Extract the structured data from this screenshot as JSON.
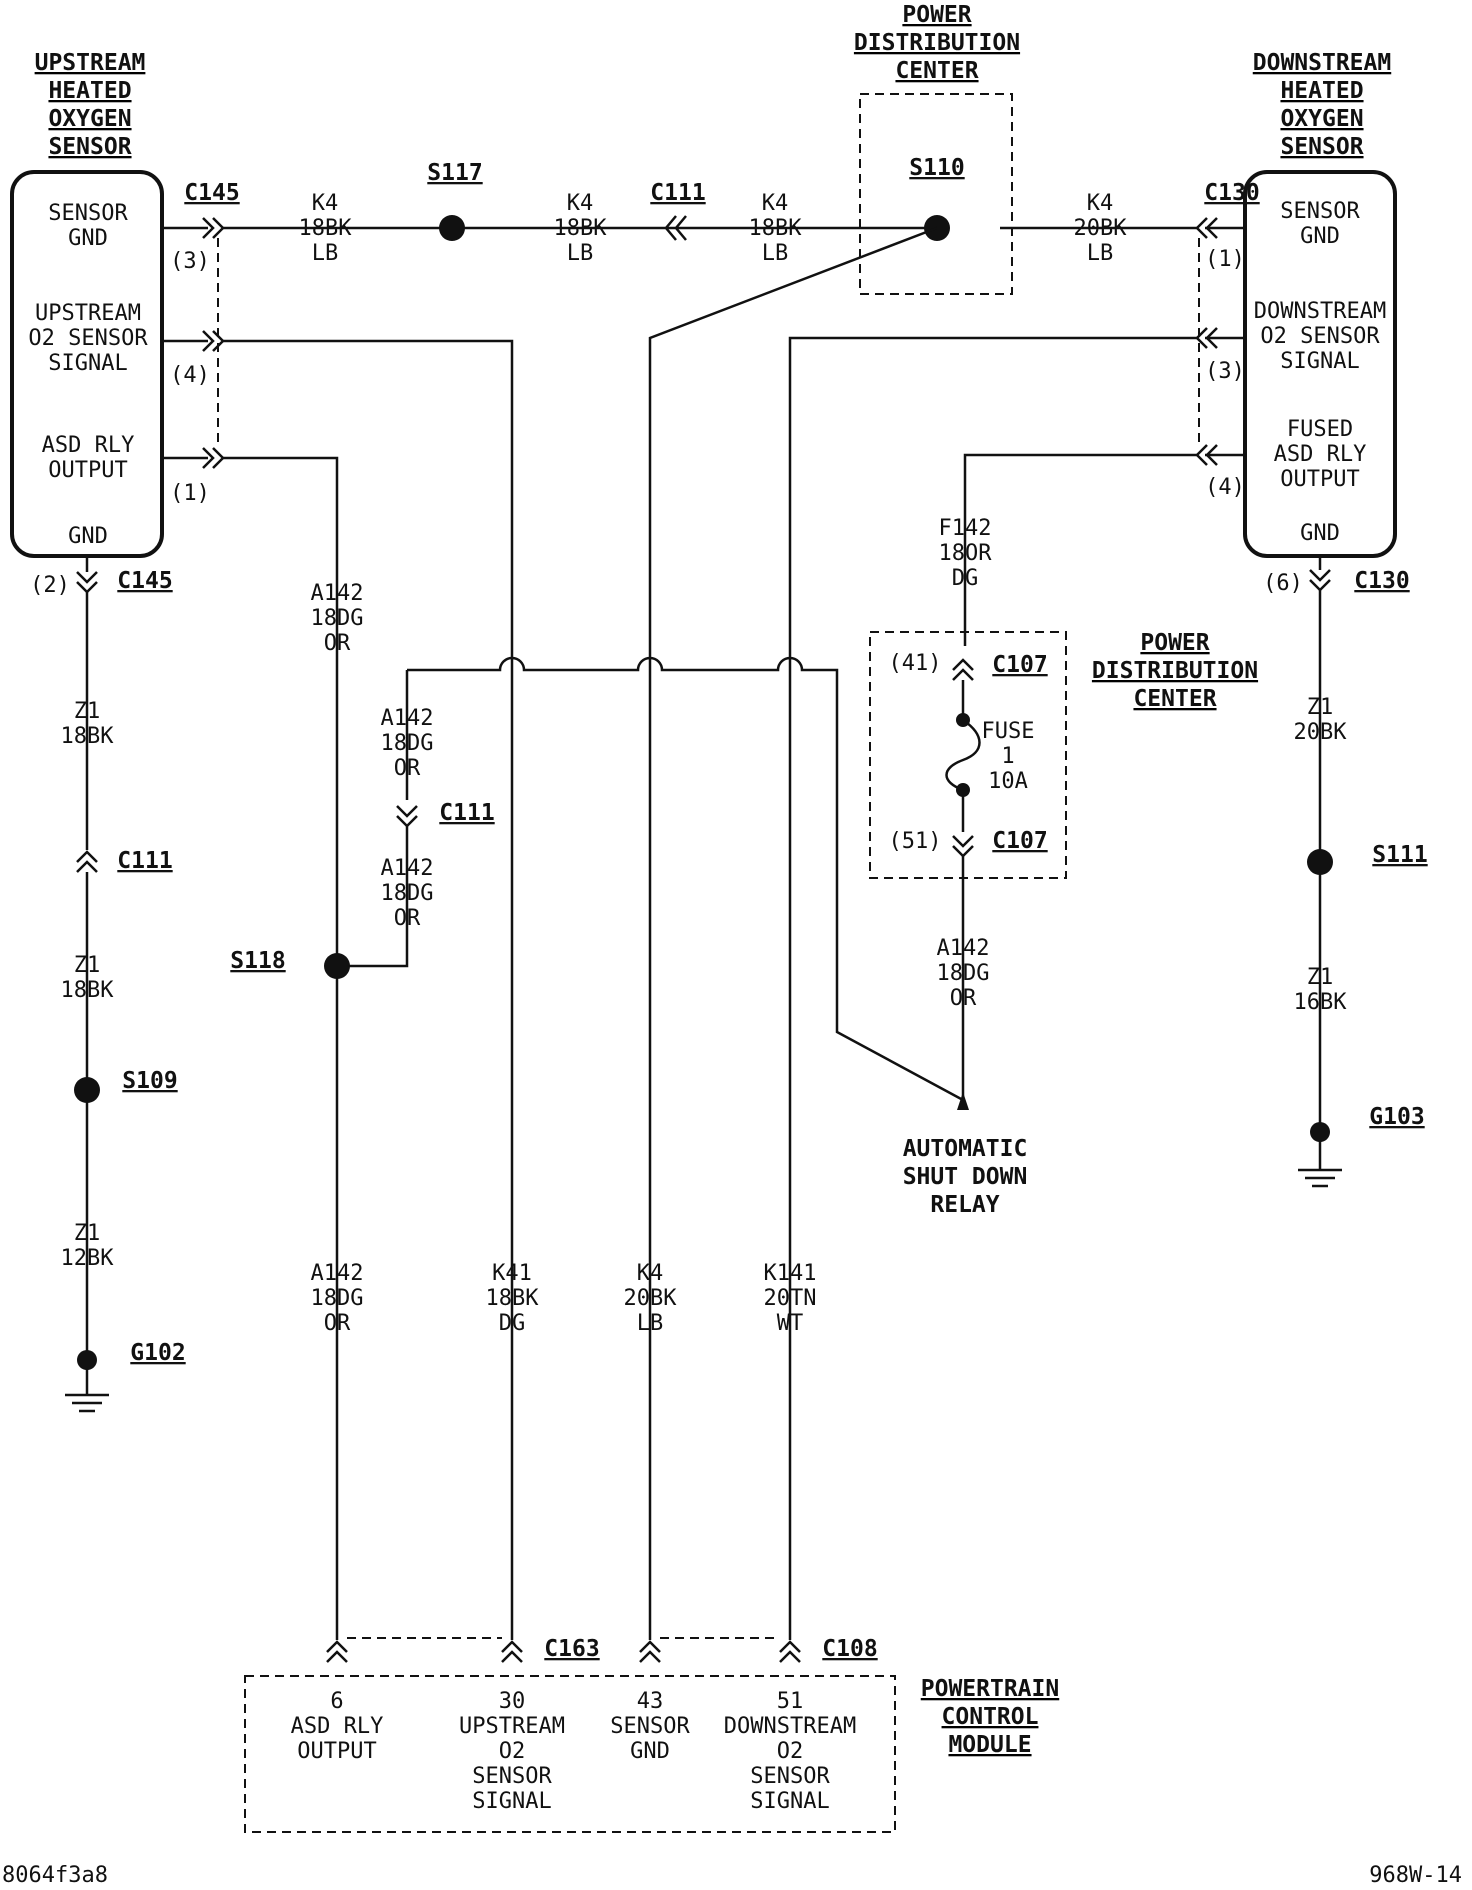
{
  "components": {
    "upstream_sensor": {
      "title": [
        "UPSTREAM",
        "HEATED",
        "OXYGEN",
        "SENSOR"
      ],
      "pins": {
        "sensor_gnd": [
          "SENSOR",
          "GND"
        ],
        "signal": [
          "UPSTREAM",
          "O2 SENSOR",
          "SIGNAL"
        ],
        "asd_output": [
          "ASD RLY",
          "OUTPUT"
        ],
        "gnd": "GND"
      },
      "pin_numbers": [
        "(3)",
        "(4)",
        "(1)",
        "(2)"
      ]
    },
    "downstream_sensor": {
      "title": [
        "DOWNSTREAM",
        "HEATED",
        "OXYGEN",
        "SENSOR"
      ],
      "pins": {
        "sensor_gnd": [
          "SENSOR",
          "GND"
        ],
        "signal": [
          "DOWNSTREAM",
          "O2 SENSOR",
          "SIGNAL"
        ],
        "asd_output": [
          "FUSED",
          "ASD RLY",
          "OUTPUT"
        ],
        "gnd": "GND"
      },
      "pin_numbers": [
        "(1)",
        "(3)",
        "(4)",
        "(6)"
      ]
    },
    "pdc_top": [
      "POWER",
      "DISTRIBUTION",
      "CENTER"
    ],
    "pdc_fuse": {
      "title": [
        "POWER",
        "DISTRIBUTION",
        "CENTER"
      ],
      "fuse": [
        "FUSE",
        "1",
        "10A"
      ],
      "pin_in": "(41)",
      "pin_out": "(51)"
    },
    "asd_relay": [
      "AUTOMATIC",
      "SHUT DOWN",
      "RELAY"
    ],
    "pcm": {
      "title": [
        "POWERTRAIN",
        "CONTROL",
        "MODULE"
      ],
      "pins": [
        [
          "6",
          "ASD RLY",
          "OUTPUT"
        ],
        [
          "30",
          "UPSTREAM",
          "O2",
          "SENSOR",
          "SIGNAL"
        ],
        [
          "43",
          "SENSOR",
          "GND"
        ],
        [
          "51",
          "DOWNSTREAM",
          "O2",
          "SENSOR",
          "SIGNAL"
        ]
      ]
    }
  },
  "connectors": {
    "c145_top": "C145",
    "c145_bottom": "C145",
    "c111_top": "C111",
    "c111_left": "C111",
    "c111_mid": "C111",
    "c130_top": "C130",
    "c130_bottom": "C130",
    "c107_top": "C107",
    "c107_bottom": "C107",
    "c163": "C163",
    "c108": "C108"
  },
  "splices": {
    "s117": "S117",
    "s110": "S110",
    "s118": "S118",
    "s109": "S109",
    "s111": "S111"
  },
  "grounds": {
    "g102": "G102",
    "g103": "G103"
  },
  "wires": {
    "k4_a": [
      "K4",
      "18BK",
      "LB"
    ],
    "k4_b": [
      "K4",
      "18BK",
      "LB"
    ],
    "k4_c": [
      "K4",
      "18BK",
      "LB"
    ],
    "k4_d": [
      "K4",
      "20BK",
      "LB"
    ],
    "z1_a": [
      "Z1",
      "18BK"
    ],
    "z1_b": [
      "Z1",
      "18BK"
    ],
    "z1_c": [
      "Z1",
      "12BK"
    ],
    "z1_d": [
      "Z1",
      "20BK"
    ],
    "z1_e": [
      "Z1",
      "16BK"
    ],
    "a142_a": [
      "A142",
      "18DG",
      "OR"
    ],
    "a142_b": [
      "A142",
      "18DG",
      "OR"
    ],
    "a142_c": [
      "A142",
      "18DG",
      "OR"
    ],
    "a142_d": [
      "A142",
      "18DG",
      "OR"
    ],
    "a142_e": [
      "A142",
      "18DG",
      "OR"
    ],
    "f142": [
      "F142",
      "18OR",
      "DG"
    ],
    "k41": [
      "K41",
      "18BK",
      "DG"
    ],
    "k4_pcm": [
      "K4",
      "20BK",
      "LB"
    ],
    "k141": [
      "K141",
      "20TN",
      "WT"
    ]
  },
  "footer": {
    "left_code": "8064f3a8",
    "right_code": "968W-14"
  }
}
